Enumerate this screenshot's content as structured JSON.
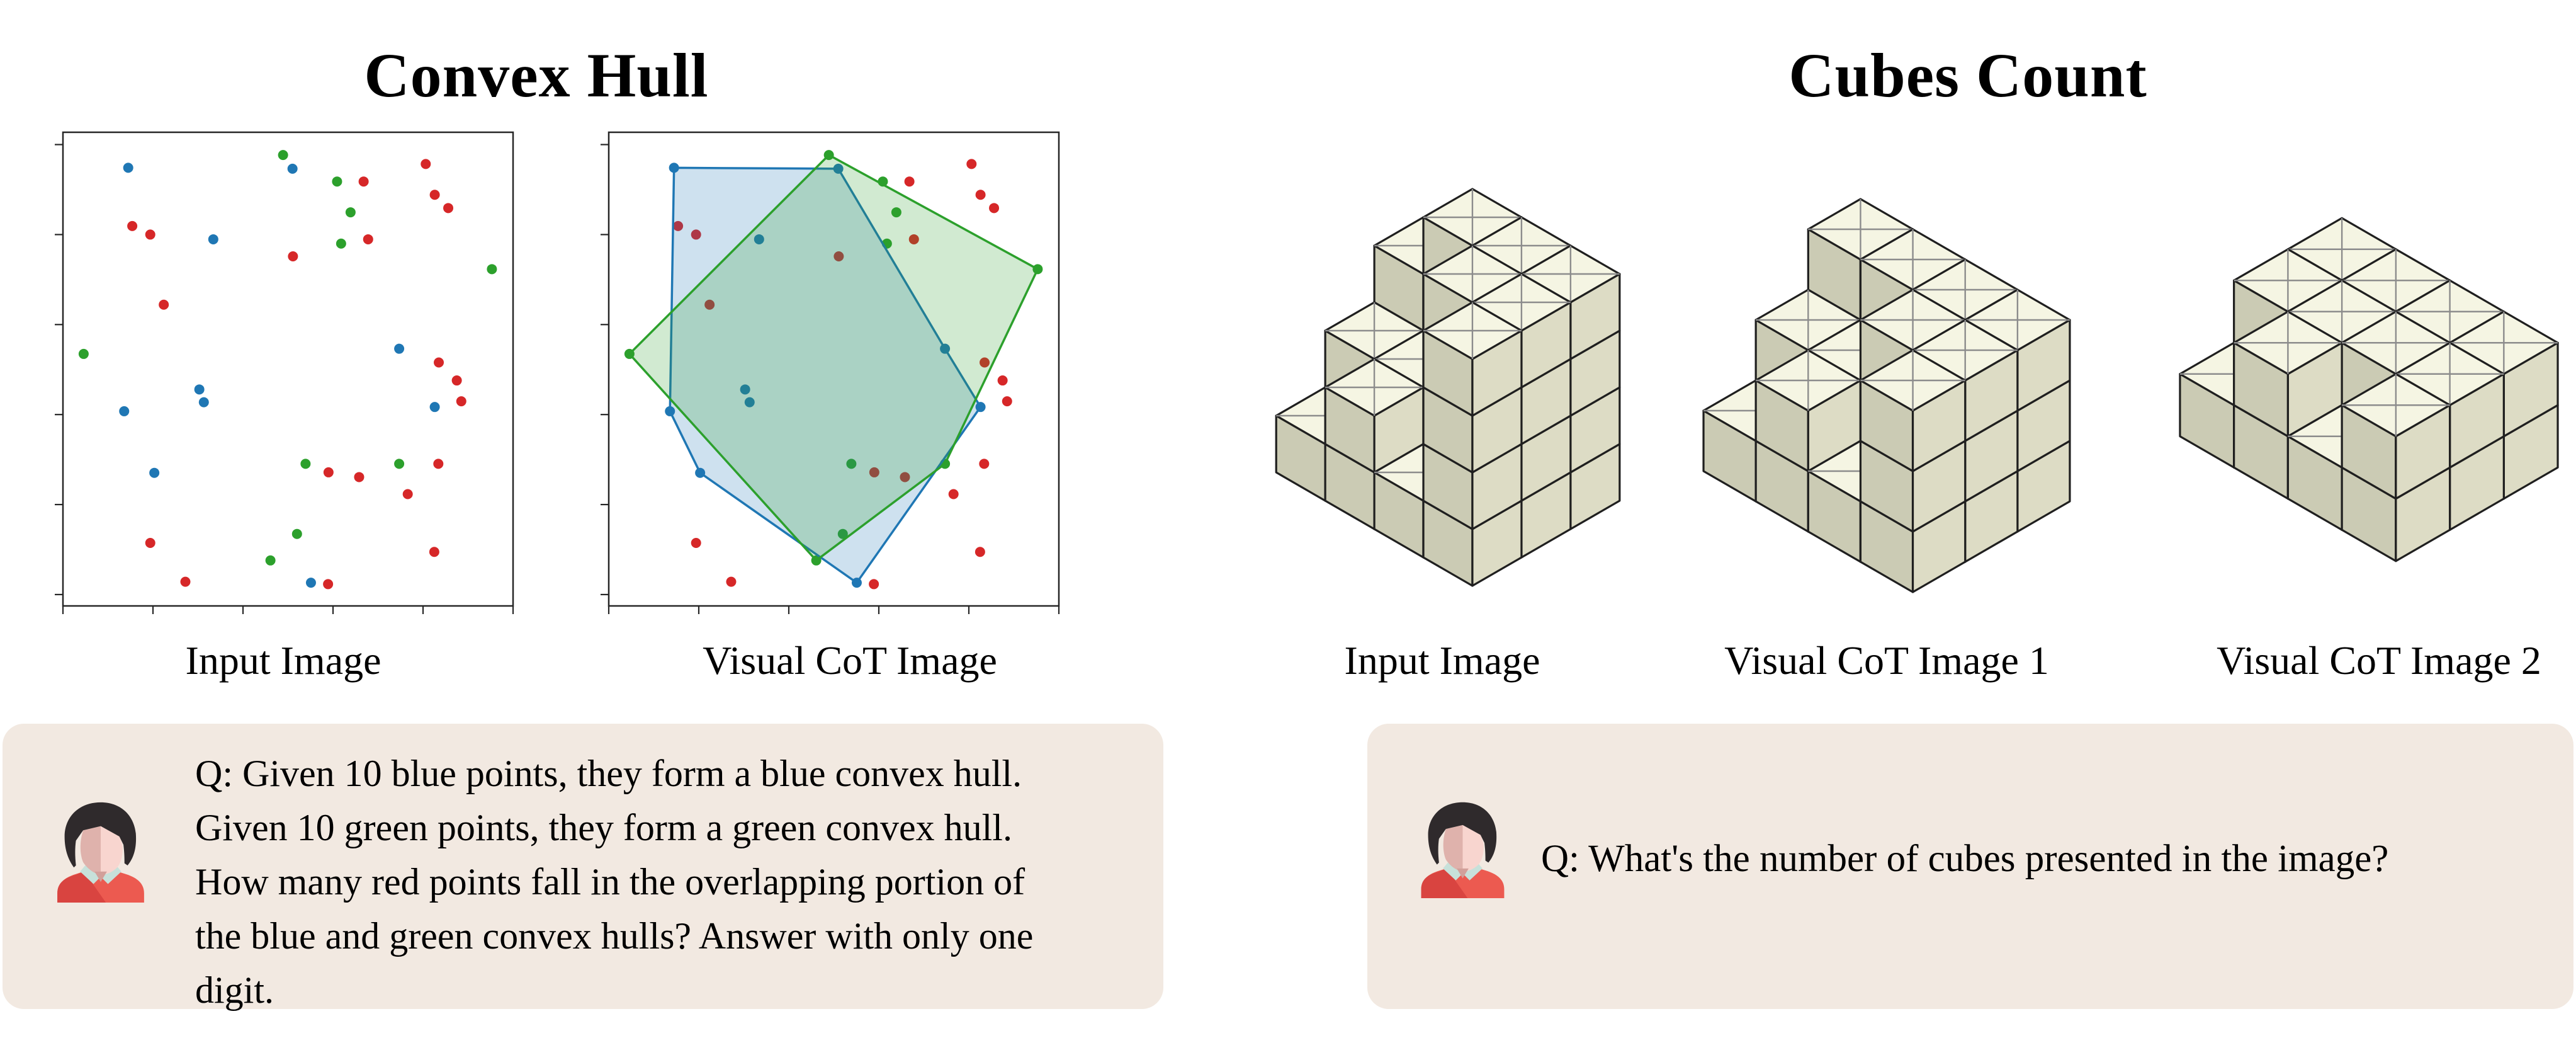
{
  "colors": {
    "blue": "#1f77b4",
    "green": "#2ca02c",
    "red": "#d62728",
    "hull_fill_opacity": 0.22,
    "axis": "#262626",
    "box_bg": "#f2e9e1",
    "cube_top": "#f5f5e3",
    "cube_right": "#dddcc5",
    "cube_left": "#cbcbb4",
    "cube_edge": "#1f1f1f",
    "cube_cross": "#8c8c8c",
    "avatar_hair": "#2f2a2c",
    "avatar_face_light": "#f8d5cf",
    "avatar_face_dark": "#dfb2ac",
    "avatar_chin": "#d2a09a",
    "avatar_collar": "#c7e1da",
    "avatar_sweater": "#ec5a50",
    "avatar_sweater_dark": "#d94440"
  },
  "left_panel": {
    "title": "Convex Hull",
    "plots": [
      {
        "caption": "Input Image",
        "show_hulls": false
      },
      {
        "caption": "Visual CoT Image",
        "show_hulls": true
      }
    ],
    "points": {
      "blue": [
        [
          0.145,
          0.075
        ],
        [
          0.51,
          0.077
        ],
        [
          0.334,
          0.226
        ],
        [
          0.747,
          0.457
        ],
        [
          0.303,
          0.543
        ],
        [
          0.313,
          0.57
        ],
        [
          0.136,
          0.589
        ],
        [
          0.826,
          0.58
        ],
        [
          0.203,
          0.719
        ],
        [
          0.551,
          0.951
        ]
      ],
      "green": [
        [
          0.489,
          0.048
        ],
        [
          0.609,
          0.104
        ],
        [
          0.639,
          0.169
        ],
        [
          0.618,
          0.235
        ],
        [
          0.953,
          0.289
        ],
        [
          0.046,
          0.468
        ],
        [
          0.539,
          0.7
        ],
        [
          0.747,
          0.7
        ],
        [
          0.52,
          0.848
        ],
        [
          0.461,
          0.904
        ]
      ],
      "red": [
        [
          0.806,
          0.067
        ],
        [
          0.668,
          0.104
        ],
        [
          0.826,
          0.132
        ],
        [
          0.856,
          0.16
        ],
        [
          0.154,
          0.198
        ],
        [
          0.194,
          0.216
        ],
        [
          0.678,
          0.226
        ],
        [
          0.511,
          0.262
        ],
        [
          0.224,
          0.364
        ],
        [
          0.835,
          0.486
        ],
        [
          0.875,
          0.524
        ],
        [
          0.885,
          0.568
        ],
        [
          0.59,
          0.718
        ],
        [
          0.658,
          0.728
        ],
        [
          0.834,
          0.7
        ],
        [
          0.766,
          0.764
        ],
        [
          0.194,
          0.867
        ],
        [
          0.825,
          0.886
        ],
        [
          0.272,
          0.949
        ],
        [
          0.589,
          0.954
        ]
      ]
    },
    "hulls": {
      "blue": [
        [
          0.145,
          0.075
        ],
        [
          0.51,
          0.077
        ],
        [
          0.747,
          0.457
        ],
        [
          0.826,
          0.58
        ],
        [
          0.551,
          0.951
        ],
        [
          0.203,
          0.719
        ],
        [
          0.136,
          0.589
        ]
      ],
      "green": [
        [
          0.489,
          0.048
        ],
        [
          0.953,
          0.289
        ],
        [
          0.747,
          0.7
        ],
        [
          0.461,
          0.904
        ],
        [
          0.046,
          0.468
        ]
      ]
    },
    "question": {
      "lines": [
        "Q: Given 10 blue points, they form a blue convex hull.",
        "Given 10 green points, they form a green convex hull.",
        "How many red points fall in the overlapping portion of",
        "the blue and green convex hulls? Answer with only one",
        "digit."
      ],
      "text": "Q: Given 10 blue points, they form a blue convex hull. Given 10 green points, they form a green convex hull. How many red points fall in the overlapping portion of the blue and green convex hulls? Answer with only one digit."
    }
  },
  "right_panel": {
    "title": "Cubes Count",
    "figures": [
      {
        "caption": "Input Image",
        "heights": [
          [
            3,
            2,
            1
          ],
          [
            4,
            2,
            2
          ],
          [
            4,
            4,
            1
          ],
          [
            4,
            4,
            4
          ]
        ]
      },
      {
        "caption": "Visual CoT Image 1",
        "heights": [
          [
            3,
            2,
            1
          ],
          [
            3,
            2,
            2
          ],
          [
            3,
            3,
            1
          ],
          [
            3,
            3,
            3
          ]
        ]
      },
      {
        "caption": "Visual CoT Image 2",
        "heights": [
          [
            2,
            2,
            1
          ],
          [
            2,
            2,
            2
          ],
          [
            2,
            2,
            1
          ],
          [
            2,
            2,
            2
          ]
        ]
      }
    ],
    "question": {
      "text": "Q: What's the number of cubes presented in the image?"
    }
  }
}
